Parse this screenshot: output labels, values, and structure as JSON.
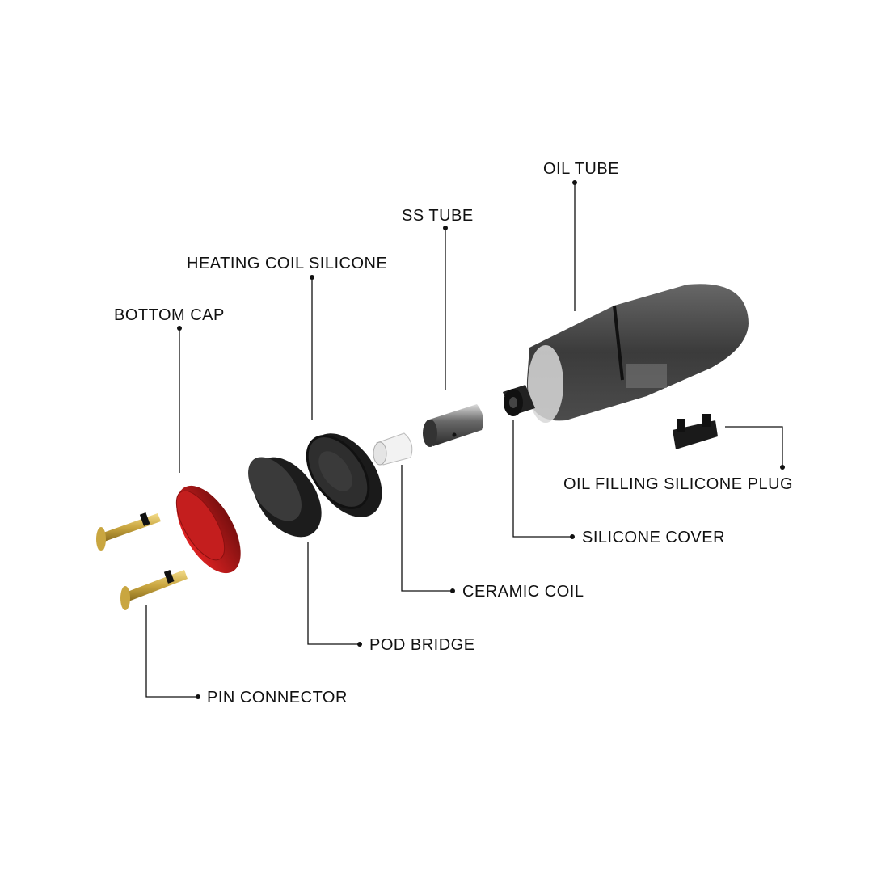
{
  "labels": {
    "oil_tube": "OIL TUBE",
    "ss_tube": "SS TUBE",
    "heating_coil_silicone": "HEATING COIL SILICONE",
    "bottom_cap": "BOTTOM CAP",
    "oil_filling_silicone_plug": "OIL FILLING SILICONE PLUG",
    "silicone_cover": "SILICONE COVER",
    "ceramic_coil": "CERAMIC COIL",
    "pod_bridge": "POD BRIDGE",
    "pin_connector": "PIN CONNECTOR"
  },
  "colors": {
    "bottom_cap": "#b01a1a",
    "pins": "#c9a640",
    "leader_lines": "#111111"
  }
}
